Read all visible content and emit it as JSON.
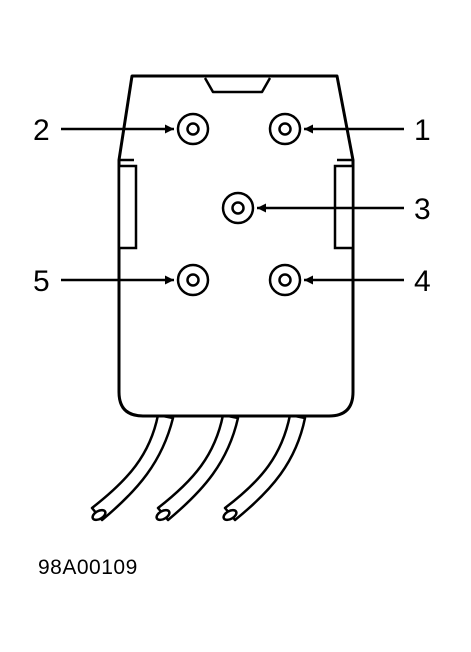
{
  "diagram": {
    "pins": [
      {
        "label": "1"
      },
      {
        "label": "2"
      },
      {
        "label": "3"
      },
      {
        "label": "4"
      },
      {
        "label": "5"
      }
    ],
    "figure_code": "98A00109"
  },
  "colors": {
    "line": "#000000",
    "background": "#ffffff"
  }
}
